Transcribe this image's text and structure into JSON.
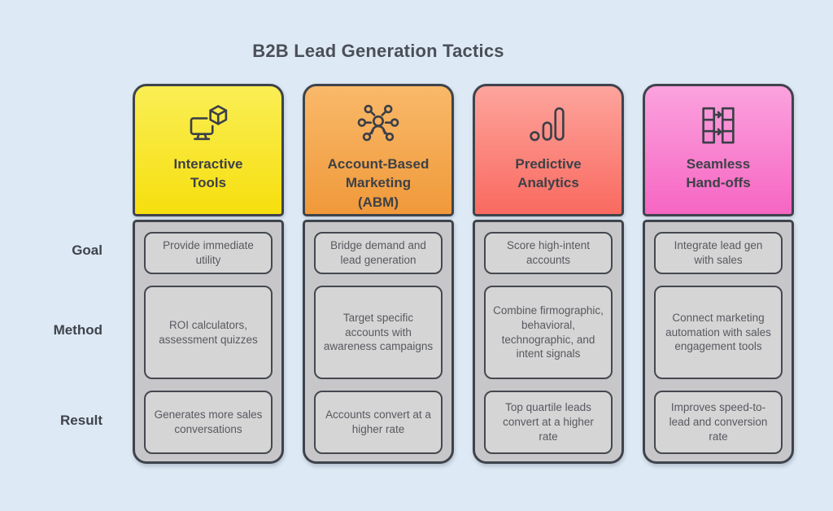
{
  "title": "B2B Lead Generation Tactics",
  "row_labels": [
    "Goal",
    "Method",
    "Result"
  ],
  "colors": {
    "background": "#DDE9F4",
    "outline": "#3F434C",
    "column_body": "#C7C7C9",
    "cell_background": "#D5D5D6",
    "title_text": "#4B4F58",
    "cell_text": "#58595E"
  },
  "columns": [
    {
      "label": "Interactive Tools",
      "label_lines": [
        "Interactive",
        "Tools"
      ],
      "icon": "monitor-cube-icon",
      "header_gradient": [
        "#FAEE55",
        "#F6DF0E"
      ],
      "goal": "Provide immediate utility",
      "method": "ROI calculators, assessment quizzes",
      "result": "Generates more sales conversations"
    },
    {
      "label": "Account-Based Marketing (ABM)",
      "label_lines": [
        "Account-Based",
        "Marketing",
        "(ABM)"
      ],
      "icon": "network-people-icon",
      "header_gradient": [
        "#F9B969",
        "#F0993A"
      ],
      "goal": "Bridge demand and lead generation",
      "method": "Target specific accounts with awareness campaigns",
      "result": "Accounts convert at a higher rate"
    },
    {
      "label": "Predictive Analytics",
      "label_lines": [
        "Predictive",
        "Analytics"
      ],
      "icon": "bar-chart-icon",
      "header_gradient": [
        "#FDA49C",
        "#F96A60"
      ],
      "goal": "Score high-intent accounts",
      "method": "Combine firmographic, behavioral, technographic, and intent signals",
      "result": "Top quartile leads convert at a higher rate"
    },
    {
      "label": "Seamless Hand-offs",
      "label_lines": [
        "Seamless",
        "Hand-offs"
      ],
      "icon": "handoff-arrows-icon",
      "header_gradient": [
        "#FBA2DE",
        "#F666C3"
      ],
      "goal": "Integrate lead gen with sales",
      "method": "Connect marketing automation with sales engagement tools",
      "result": "Improves speed-to-lead and conversion rate"
    }
  ]
}
